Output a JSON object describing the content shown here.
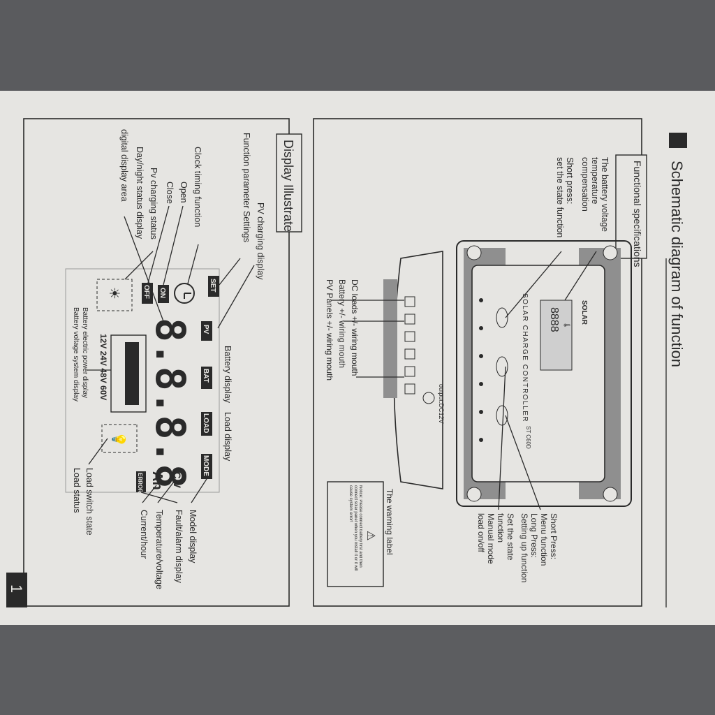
{
  "page": {
    "title": "Schematic diagram of function",
    "page_number": "1"
  },
  "functional": {
    "header": "Functional specifications",
    "left_notes": {
      "battery_voltage": "The battery voltage",
      "temperature": "temperature",
      "compensation": "compensation",
      "short_press": "Short press:",
      "set_state": "set the state function"
    },
    "device": {
      "brand": "SOLAR",
      "name": "SOLAR CHARGE CONTROLLER",
      "model": "ST C60D",
      "output": "output:DC12V",
      "plus_minus": "+ -"
    },
    "right_notes": {
      "short_press": "Short Press:",
      "menu_function": "Menu function",
      "long_press": "Long Press:",
      "setting_up": "Setting up function",
      "set_state": "Set the state",
      "function": "function",
      "manual_mode": "Manual mode",
      "load_onoff": "load on/off"
    },
    "bottom_notes": {
      "dc_loads": "DC loads +/- wiring mouth",
      "battery": "Battery +/- wiring mouth",
      "pv_panels": "PV Panels +/- wiring mouth",
      "warning_label": "The warning label",
      "warning_text": "Notice: Please connect battery first and then connect solar panel when you install it or it will cause system error!"
    }
  },
  "display": {
    "header": "Display Illustrate",
    "lcd": {
      "set": "SET",
      "on": "ON",
      "off": "OFF",
      "pv": "PV",
      "bat": "BAT",
      "load": "LOAD",
      "mode": "MODE",
      "error": "ERROR",
      "digits": "8.8.8.8",
      "unit_cv": "°C V",
      "unit_ah": "Ah",
      "voltages": "12V 24V 48V 60V"
    },
    "labels": {
      "pv_charging_display": "PV charging display",
      "function_settings": "Function parameter Settings",
      "clock_timing": "Clock timing function",
      "open": "Open",
      "close": "Close",
      "pv_charging_status": "Pv charging status",
      "day_night": "Day/night status display",
      "digital_area": "digital display area",
      "battery_display": "Battery display",
      "load_display": "Load display",
      "model_display": "Model display",
      "fault_display": "Fault/alarm display",
      "temp_voltage": "Temperature/voltage",
      "current_hour": "Current/hour",
      "load_switch": "Load switch state",
      "load_status": "Load status",
      "battery_power": "Battery electric power display",
      "battery_system": "Battery voltage system display"
    }
  }
}
